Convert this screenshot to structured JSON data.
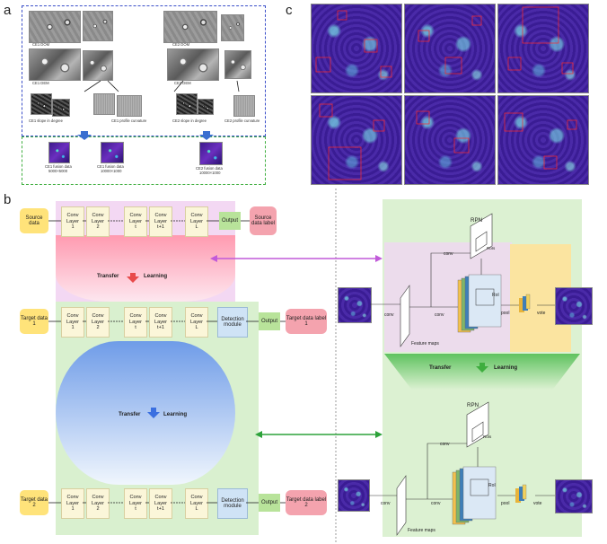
{
  "panels": {
    "a": "a",
    "b": "b",
    "c": "c"
  },
  "panel_a": {
    "ce1_dom": "CE1 DOM",
    "ce2_dom": "CE2 DOM",
    "ce1_dem": "CE1 DEM",
    "ce2_dem": "CE2 DEM",
    "ce1_slope": "CE1 slope in degree",
    "ce1_profile": "CE1 profile curvature",
    "ce2_slope": "CE2 slope in degree",
    "ce2_profile": "CE2 profile curvature",
    "ce1_fusion_1": "CE1 fusion data",
    "ce1_fusion_1_size": "5000×5000",
    "ce1_fusion_2": "CE1 fusion data",
    "ce1_fusion_2_size": "10000×1000",
    "ce2_fusion": "CE2 fusion data",
    "ce2_fusion_size": "10000×1000"
  },
  "panel_b": {
    "source_data": "Source data",
    "target_data_1": "Target data 1",
    "target_data_2": "Target data 2",
    "conv_layers": [
      [
        "Conv",
        "Layer",
        "1"
      ],
      [
        "Conv",
        "Layer",
        "2"
      ],
      [
        "Conv",
        "Layer",
        "t"
      ],
      [
        "Conv",
        "Layer",
        "t+1"
      ],
      [
        "Conv",
        "Layer",
        "L"
      ]
    ],
    "output": "Output",
    "source_data_label": "Source data label",
    "detection_module": "Detection module",
    "target_data_label_1": "Target data label 1",
    "target_data_label_2": "Target data label 2",
    "transfer": "Transfer",
    "learning": "Learning",
    "rpn": "RPN",
    "rois": "RoIs",
    "roi": "RoI",
    "conv": "conv",
    "pool": "pool",
    "vote": "vote",
    "feature_maps": "Feature maps"
  }
}
